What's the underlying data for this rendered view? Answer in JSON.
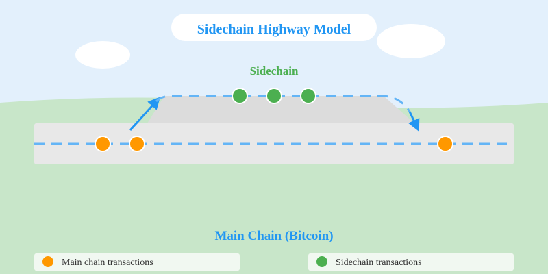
{
  "title": "Sidechain Highway Model",
  "sidechain_label": "Sidechain",
  "mainchain_label": "Main Chain (Bitcoin)",
  "legend": [
    {
      "label": "Main chain transactions",
      "color": "#ff9800"
    },
    {
      "label": "Sidechain transactions",
      "color": "#4caf50"
    }
  ],
  "colors": {
    "sky": "#e3f0fc",
    "grass": "#c8e6c9",
    "road": "#e8e8e8",
    "sidechain_road": "#dcdcdc",
    "lane_dash": "#64b5f6",
    "arrow": "#2196f3",
    "title_text": "#2196f3",
    "sidechain_text": "#4caf50",
    "main_tx": "#ff9800",
    "side_tx": "#4caf50"
  }
}
